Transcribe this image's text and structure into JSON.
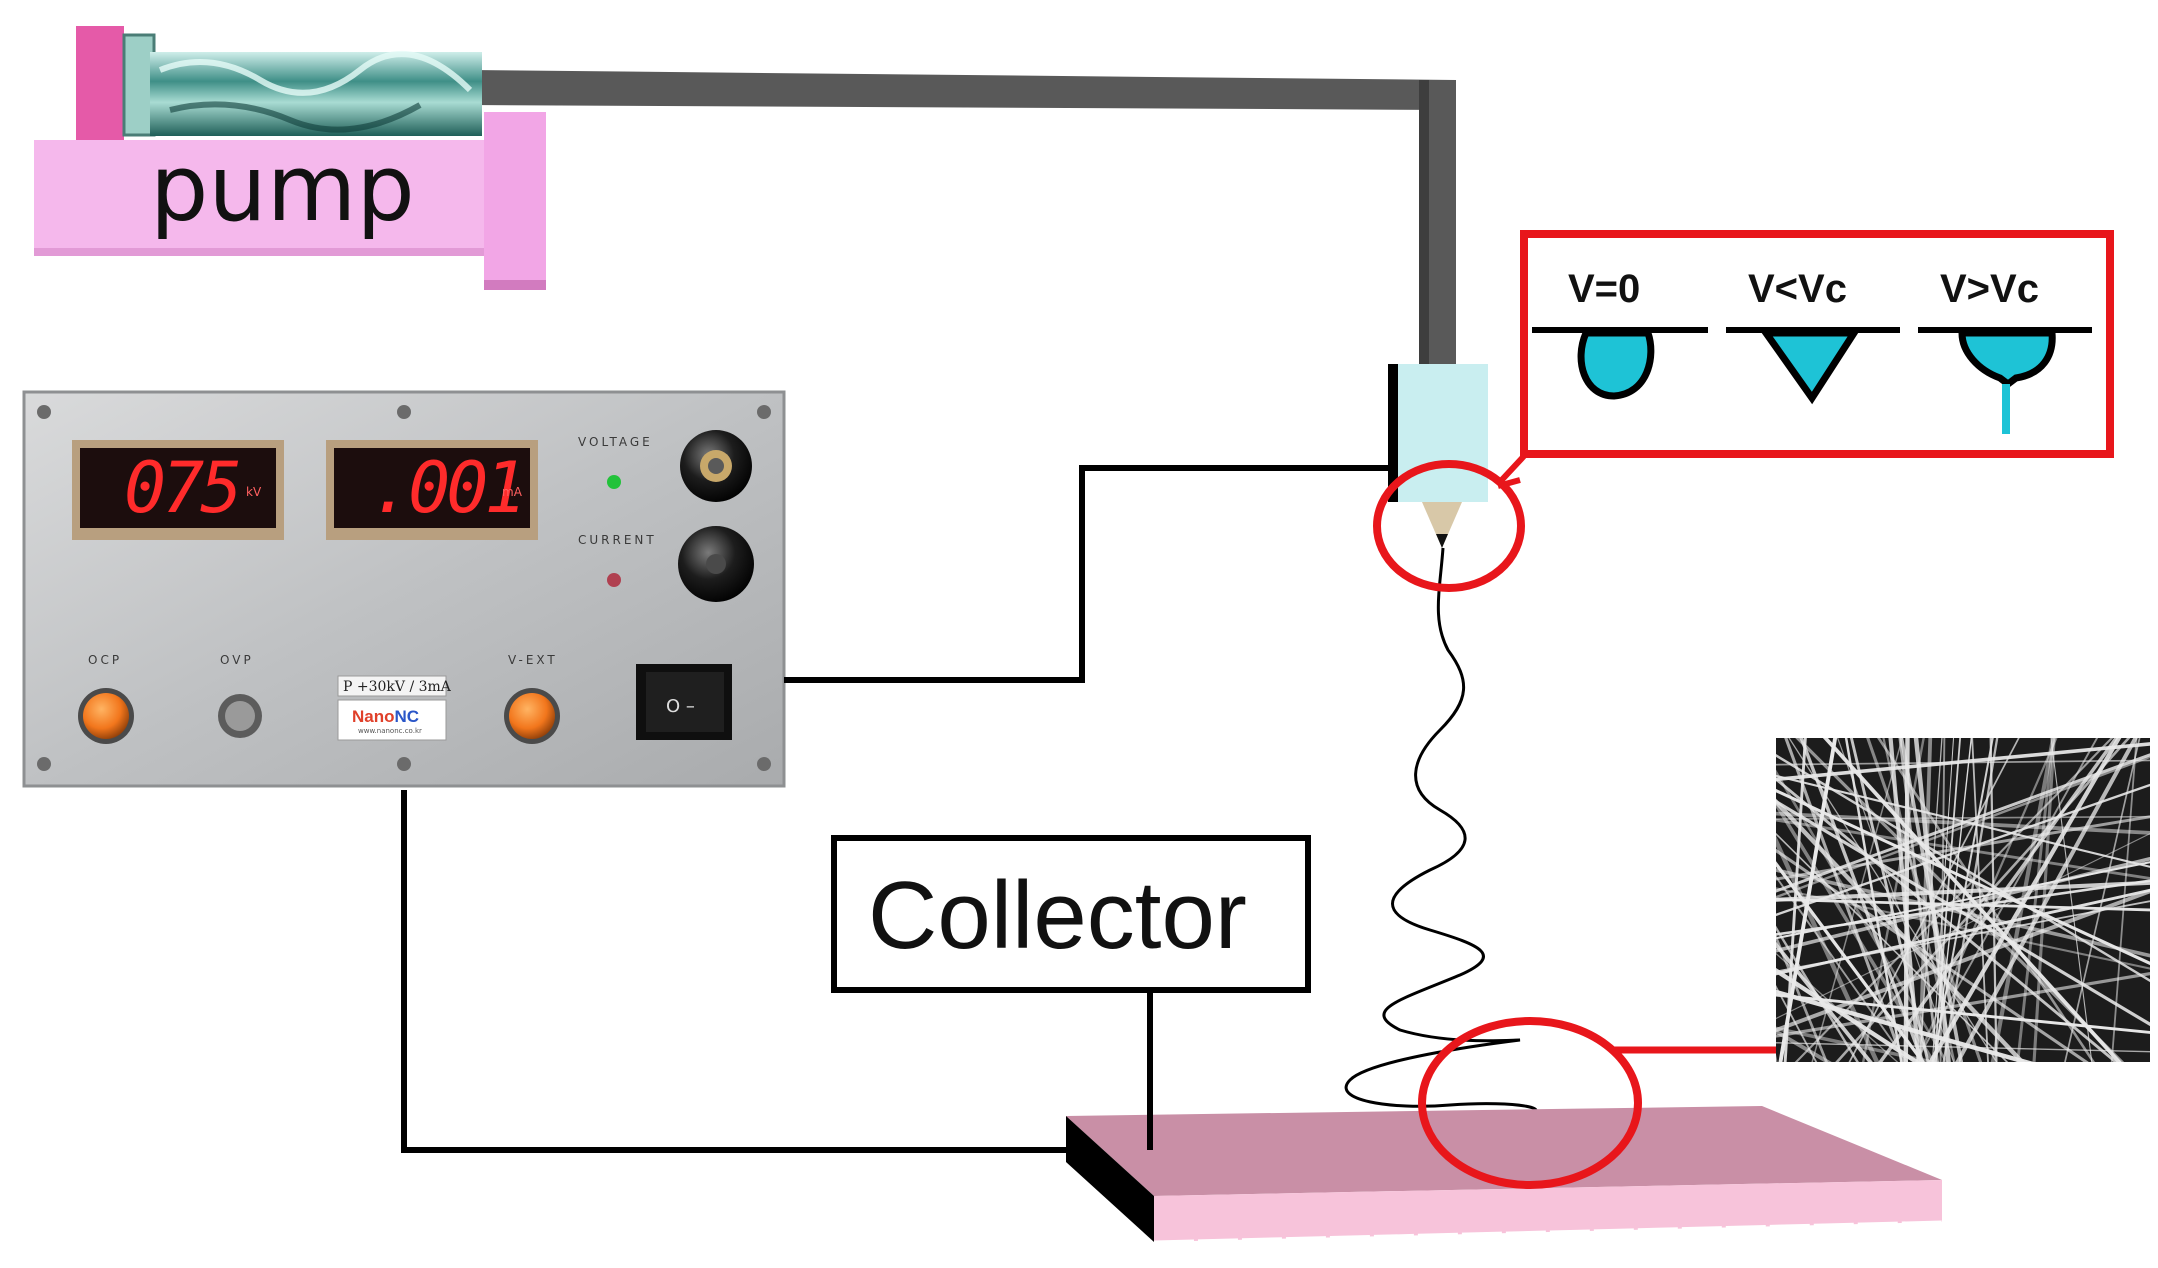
{
  "pump": {
    "label": "pump"
  },
  "power_supply": {
    "voltage_display": "075",
    "voltage_unit": "kV",
    "current_display": ".001",
    "current_unit": "mA",
    "voltage_label": "VOLTAGE",
    "current_label": "CURRENT",
    "ocp_label": "OCP",
    "ovp_label": "OVP",
    "vext_label": "V-EXT",
    "spec_label": "P +30kV / 3mA",
    "brand_part1": "Nano",
    "brand_part2": "NC",
    "brand_sub": "www.nanonc.co.kr",
    "switch_label": "O –"
  },
  "collector": {
    "label": "Collector"
  },
  "inset": {
    "states": [
      {
        "label": "V=0"
      },
      {
        "label": "V<Vc"
      },
      {
        "label": "V>Vc"
      }
    ]
  },
  "colors": {
    "pump_pink": "#f2a6e6",
    "highlight_red": "#e8161b",
    "droplet_cyan": "#1ec3d6",
    "collector_pink": "#c98fa6",
    "tube_gray": "#595959"
  }
}
